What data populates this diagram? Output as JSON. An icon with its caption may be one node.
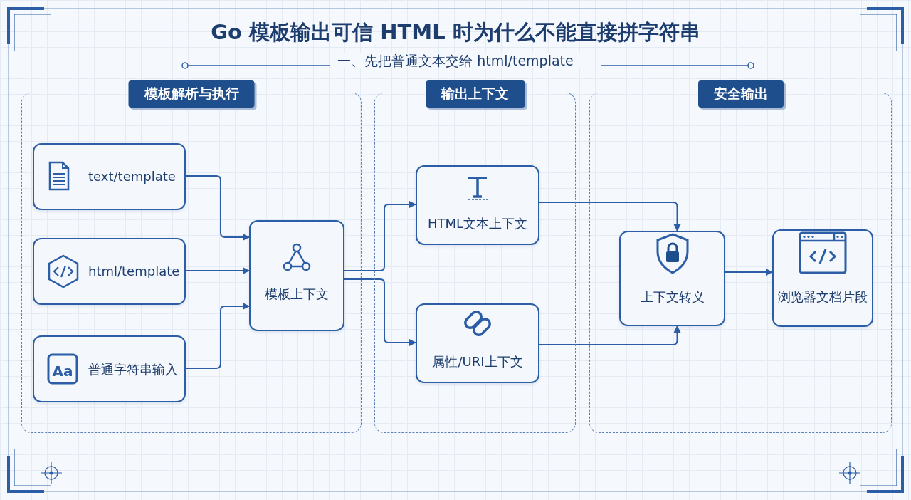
{
  "diagram": {
    "title": "Go 模板输出可信 HTML 时为什么不能直接拼字符串",
    "nodes": [
      {
        "text": [
          "模板解析与执行"
        ]
      },
      {
        "text": [
          "输出上下文"
        ]
      },
      {
        "text": [
          "安全输出"
        ]
      },
      {
        "text": [
          "text/template"
        ],
        "in": 0
      },
      {
        "text": [
          "html/template"
        ],
        "in": 0
      },
      {
        "text": [
          "普通字符串输入"
        ],
        "in": 0
      },
      {
        "text": [
          "模板上下文"
        ],
        "in": 0
      },
      {
        "text": [
          "HTML文本上下文"
        ],
        "in": 1
      },
      {
        "text": [
          "属性/URI上下文"
        ],
        "in": 1
      },
      {
        "text": [
          "上下文转义"
        ],
        "in": 2
      },
      {
        "text": [
          "浏览器文档片段"
        ],
        "in": 2
      }
    ],
    "edges": [
      {
        "from": 3,
        "to": 6,
        "arrow": "to"
      },
      {
        "from": 4,
        "to": 6,
        "arrow": "to"
      },
      {
        "from": 5,
        "to": 6,
        "arrow": "to"
      },
      {
        "from": 6,
        "to": 7,
        "arrow": "to"
      },
      {
        "from": 6,
        "to": 8,
        "arrow": "to"
      },
      {
        "from": 7,
        "to": 9,
        "arrow": "to"
      },
      {
        "from": 8,
        "to": 9,
        "arrow": "to"
      },
      {
        "from": 9,
        "to": 10,
        "arrow": "to"
      }
    ],
    "labels": [
      "一、先把普通文本交给 html/template",
      "Aa"
    ]
  }
}
